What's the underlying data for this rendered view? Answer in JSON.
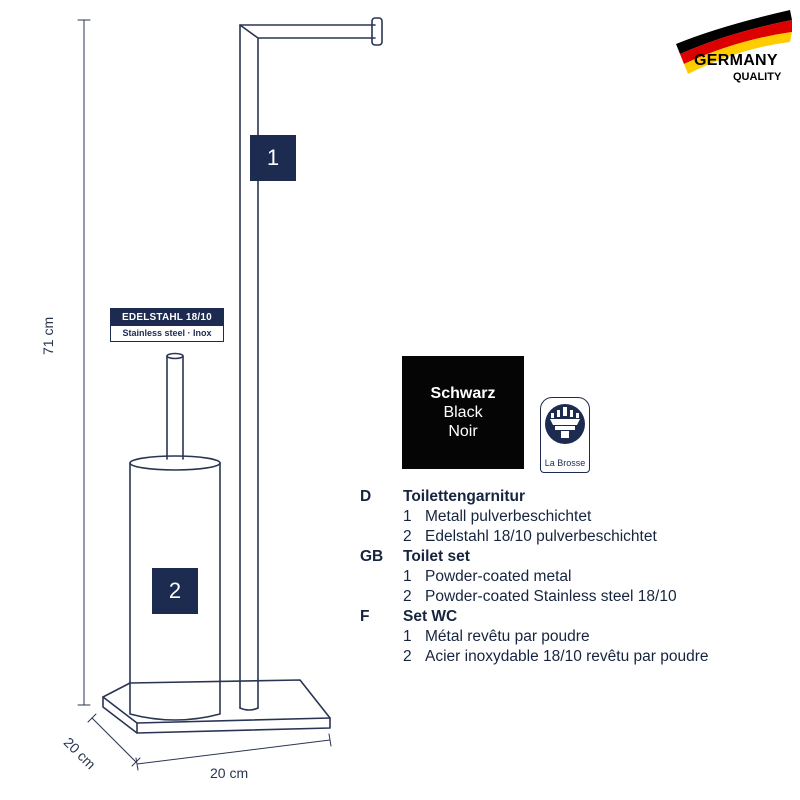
{
  "dimensions": {
    "height": "71 cm",
    "depth": "20 cm",
    "width": "20 cm"
  },
  "callouts": {
    "part1": "1",
    "part2": "2"
  },
  "steel_label": {
    "title": "EDELSTAHL 18/10",
    "subtitle": "Stainless steel · Inox"
  },
  "color_swatch": {
    "de": "Schwarz",
    "en": "Black",
    "fr": "Noir",
    "color": "#050505"
  },
  "brand_badge": {
    "name": "La Brosse",
    "icon": "brush-holder-icon"
  },
  "germany_badge": {
    "line1": "GERMANY",
    "line2": "QUALITY",
    "colors": [
      "#000000",
      "#dd0000",
      "#ffcc00"
    ]
  },
  "descriptions": [
    {
      "code": "D",
      "title": "Toilettengarnitur",
      "items": [
        {
          "num": "1",
          "text": "Metall pulverbeschichtet"
        },
        {
          "num": "2",
          "text": "Edelstahl 18/10 pulverbeschichtet"
        }
      ]
    },
    {
      "code": "GB",
      "title": "Toilet set",
      "items": [
        {
          "num": "1",
          "text": "Powder-coated metal"
        },
        {
          "num": "2",
          "text": "Powder-coated Stainless steel 18/10"
        }
      ]
    },
    {
      "code": "F",
      "title": "Set WC",
      "items": [
        {
          "num": "1",
          "text": "Métal revêtu par poudre"
        },
        {
          "num": "2",
          "text": "Acier inoxydable 18/10 revêtu par poudre"
        }
      ]
    }
  ]
}
